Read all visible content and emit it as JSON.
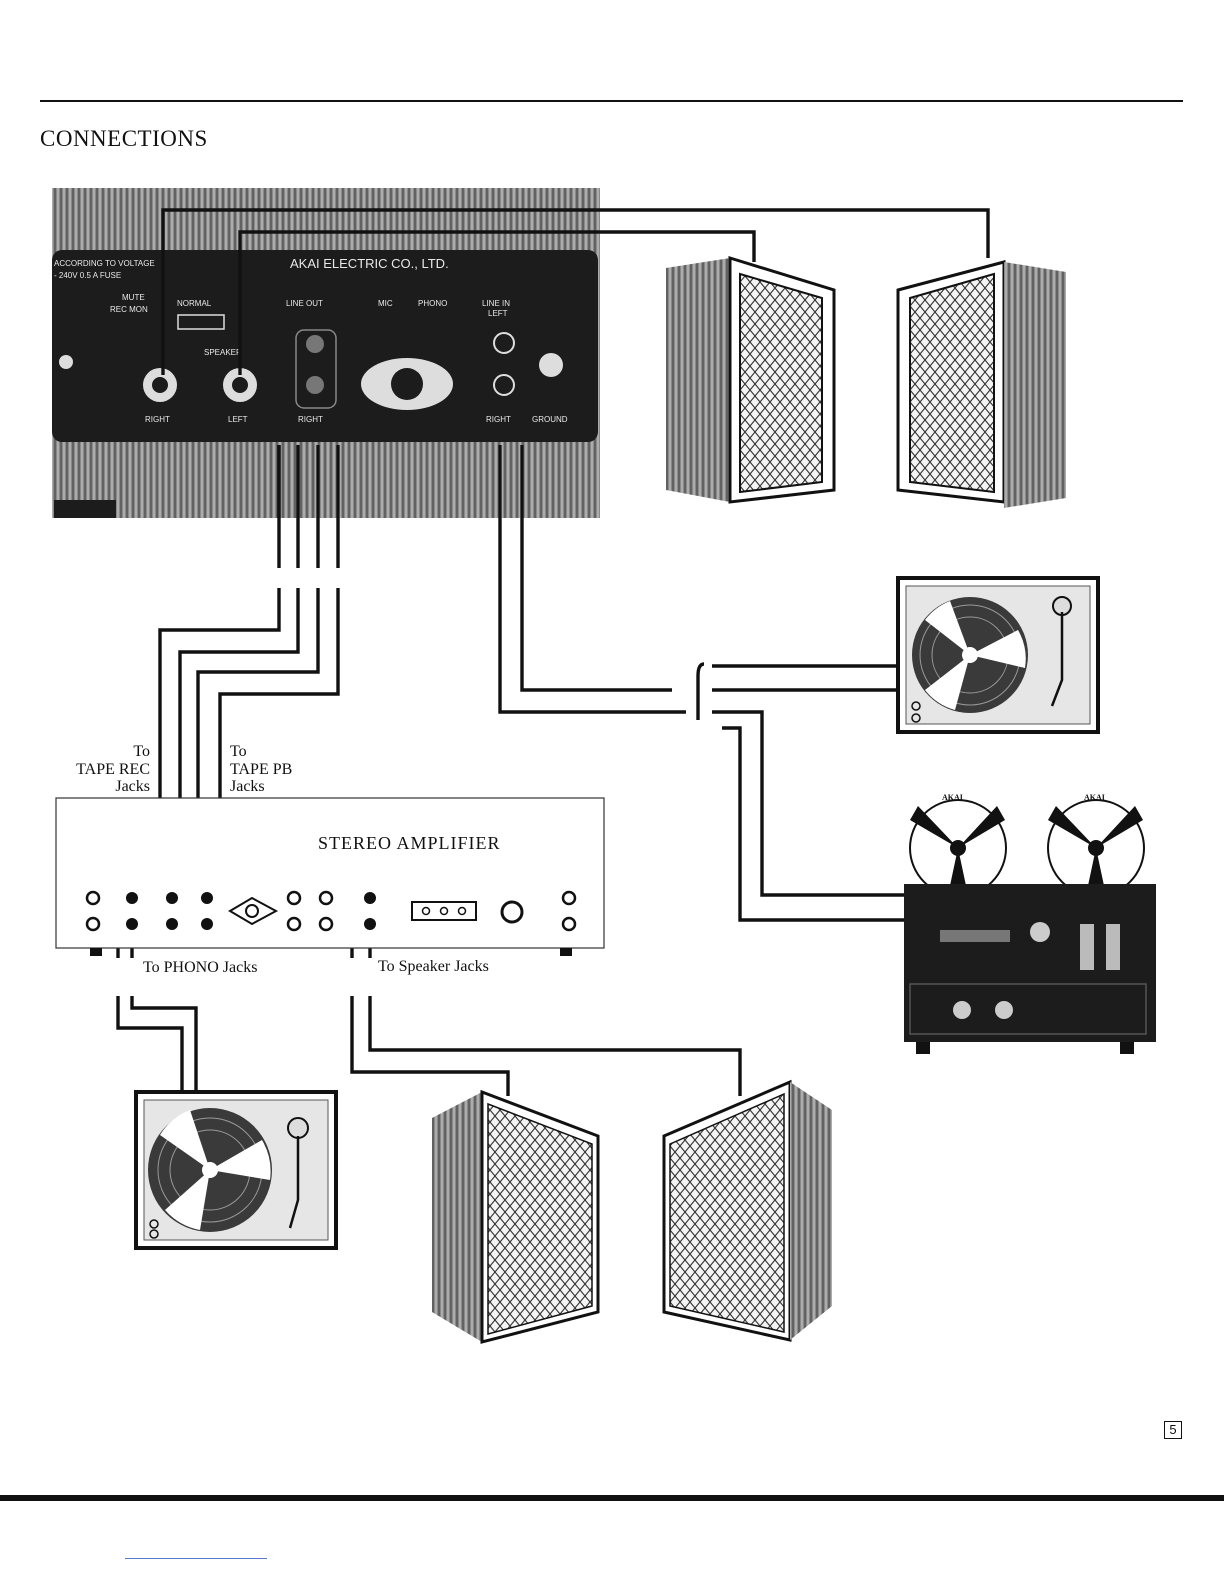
{
  "page": {
    "heading": "CONNECTIONS",
    "page_number": "5"
  },
  "deck_panel": {
    "brand": "AKAI ELECTRIC CO., LTD.",
    "voltage_note": [
      "ACCORDING TO VOLTAGE",
      "- 240V   0.5 A FUSE"
    ],
    "mute_label": "MUTE",
    "rec_mon_label": "REC MON",
    "normal_label": "NORMAL",
    "speaker_label": "SPEAKER",
    "speaker_right": "RIGHT",
    "speaker_left": "LEFT",
    "line_out": "LINE OUT",
    "line_out_right": "RIGHT",
    "mic": "MIC",
    "phono": "PHONO",
    "line_in": "LINE IN",
    "line_in_left": "LEFT",
    "line_in_right": "RIGHT",
    "ground": "GROUND"
  },
  "amplifier": {
    "title": "STEREO AMPLIFIER",
    "tape_rec_label": [
      "To",
      "TAPE REC",
      "Jacks"
    ],
    "tape_pb_label": [
      "To",
      "TAPE PB",
      "Jacks"
    ],
    "phono_label": "To PHONO Jacks",
    "speaker_label": "To Speaker Jacks"
  },
  "tape_deck": {
    "reel_brand_left": "AKAI",
    "reel_brand_right": "AKAI"
  }
}
